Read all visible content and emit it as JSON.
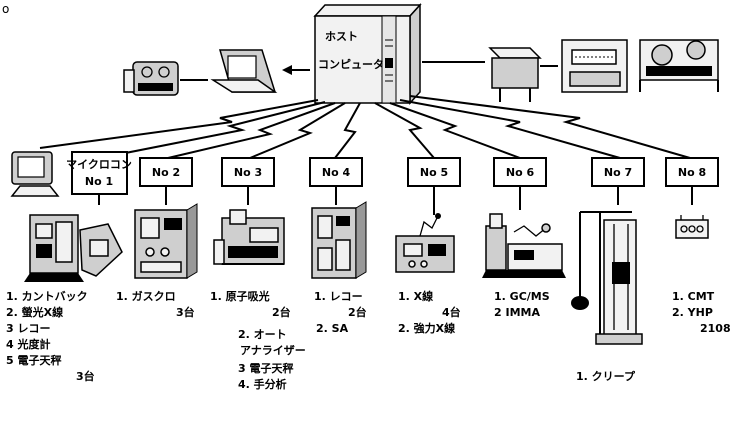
{
  "corner_mark": "o",
  "host": {
    "line1": "ホスト",
    "line2": "コンピュータ"
  },
  "stations": [
    {
      "label_lines": [
        "マイクロコン",
        "No 1"
      ],
      "items": [
        "1. カントバック",
        "2. 螢光X線",
        "3 レコー",
        "4 光度計",
        "5 電子天秤",
        "3台"
      ]
    },
    {
      "label_lines": [
        "No 2"
      ],
      "items": [
        "1. ガスクロ",
        "3台"
      ]
    },
    {
      "label_lines": [
        "No 3"
      ],
      "items": [
        "1. 原子吸光",
        "2台",
        "2. オート",
        "アナライザー",
        "3 電子天秤",
        "4. 手分析"
      ]
    },
    {
      "label_lines": [
        "No 4"
      ],
      "items": [
        "1. レコー",
        "2台",
        "2. SA"
      ]
    },
    {
      "label_lines": [
        "No 5"
      ],
      "items": [
        "1. X線",
        "4台",
        "2. 強力X線"
      ]
    },
    {
      "label_lines": [
        "No 6"
      ],
      "items": [
        "1. GC/MS",
        "2 IMMA"
      ]
    },
    {
      "label_lines": [
        "No 7"
      ],
      "items": [
        "1. クリープ"
      ]
    },
    {
      "label_lines": [
        "No 8"
      ],
      "items": [
        "1. CMT",
        "2. YHP",
        "2108"
      ]
    }
  ],
  "icons": {
    "host_computer": "mainframe-cabinet",
    "left_peripherals": [
      "tape-drive",
      "terminal"
    ],
    "right_peripherals": [
      "printer-desk",
      "plotter",
      "disk-drives"
    ],
    "crt_terminal": "crt-terminal",
    "instruments": [
      "xrf-instrument",
      "gas-chromatograph",
      "atomic-absorption",
      "reco-analyzer",
      "x-ray-diffractometer",
      "gcms",
      "creep-tester",
      "cmt-unit"
    ]
  }
}
